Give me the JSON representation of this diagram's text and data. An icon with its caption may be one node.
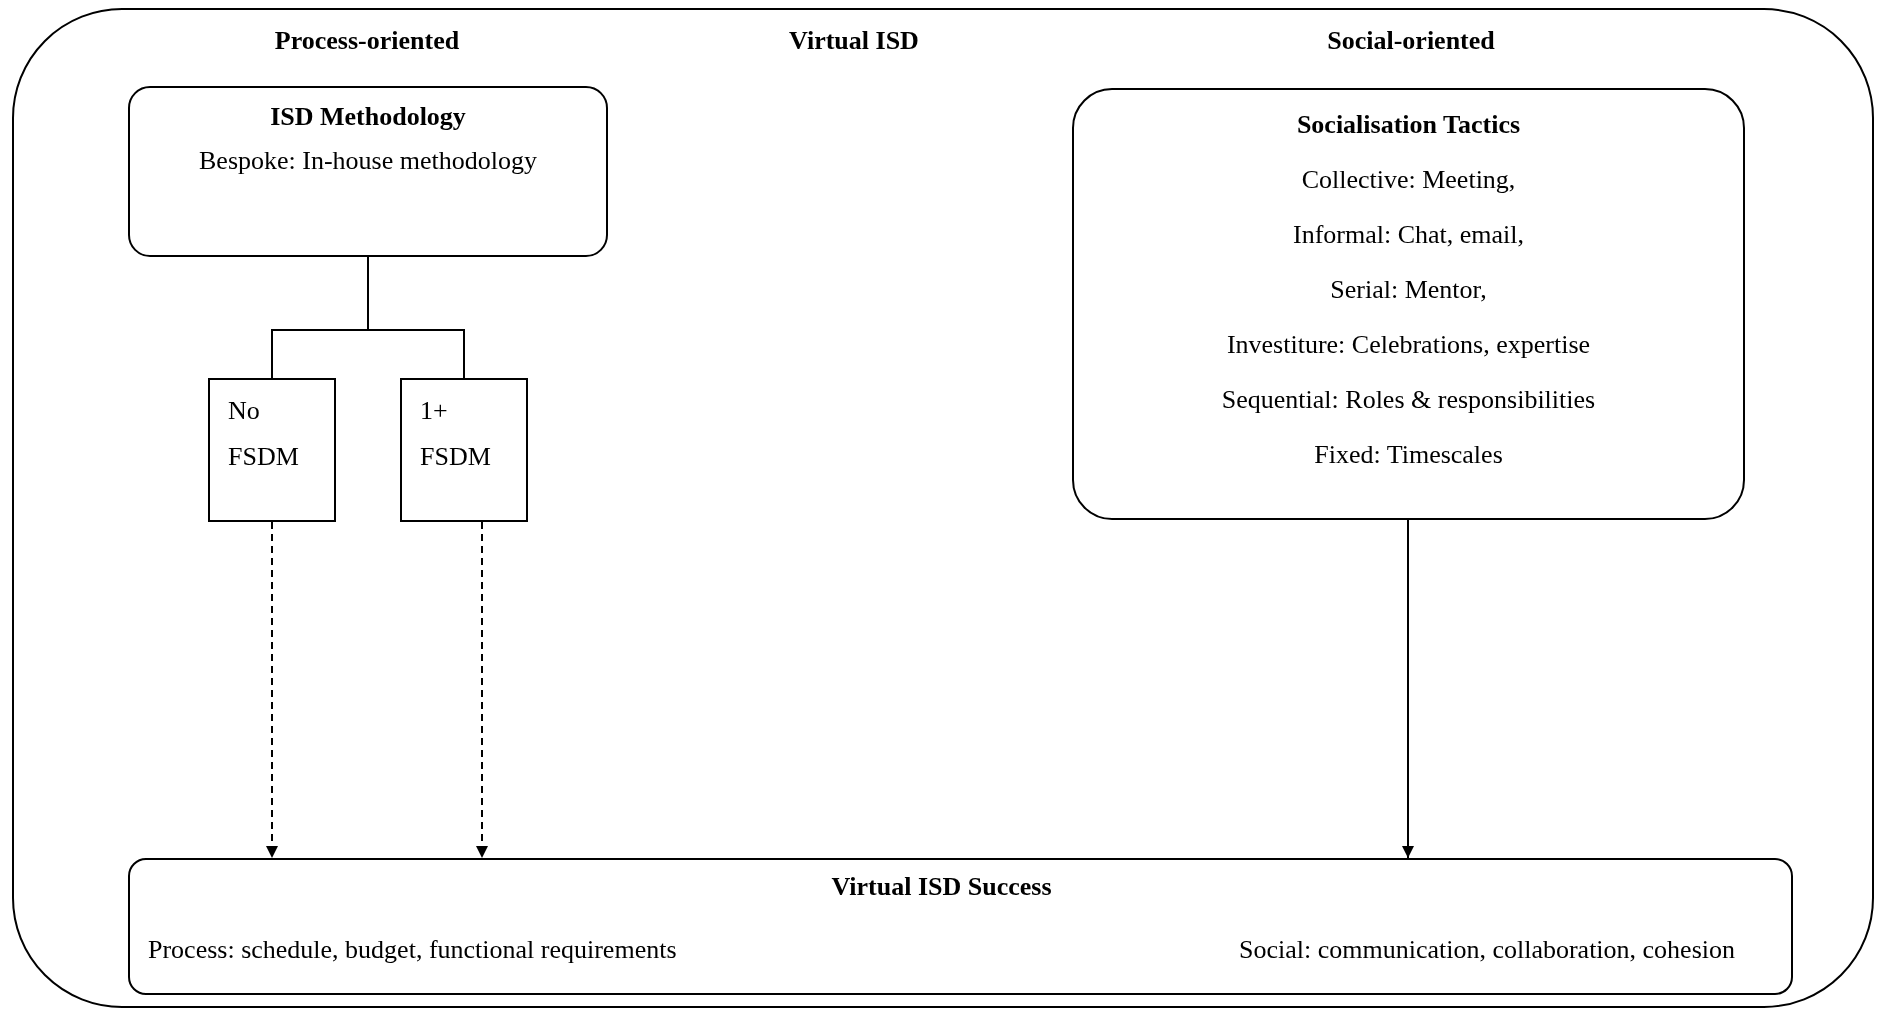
{
  "diagram": {
    "nodes": [
      {
        "text": [
          "Virtual ISD"
        ]
      },
      {
        "text": [
          "ISD Methodology",
          "Bespoke: In-house methodology"
        ],
        "in": 0
      },
      {
        "text": [
          "No FSDM"
        ],
        "in": 0
      },
      {
        "text": [
          "1+ FSDM"
        ],
        "in": 0
      },
      {
        "text": [
          "Socialisation Tactics",
          "Collective: Meeting,",
          "Informal: Chat, email,",
          "Serial: Mentor,",
          "Investiture: Celebrations, expertise",
          "Sequential: Roles & responsibilities",
          "Fixed: Timescales"
        ],
        "in": 0
      },
      {
        "text": [
          "Virtual ISD Success",
          "Process: schedule, budget, functional requirements",
          "Social: communication, collaboration, cohesion"
        ],
        "in": 0
      }
    ],
    "edges": [
      {
        "from": 1,
        "to": 2,
        "arrow": "none"
      },
      {
        "from": 1,
        "to": 3,
        "arrow": "none"
      },
      {
        "from": 2,
        "to": 5,
        "arrow": "to",
        "style": "dashed"
      },
      {
        "from": 3,
        "to": 5,
        "arrow": "to",
        "style": "dashed"
      },
      {
        "from": 4,
        "to": 5,
        "arrow": "to"
      }
    ],
    "labels": [
      "Process-oriented",
      "Social-oriented"
    ]
  }
}
